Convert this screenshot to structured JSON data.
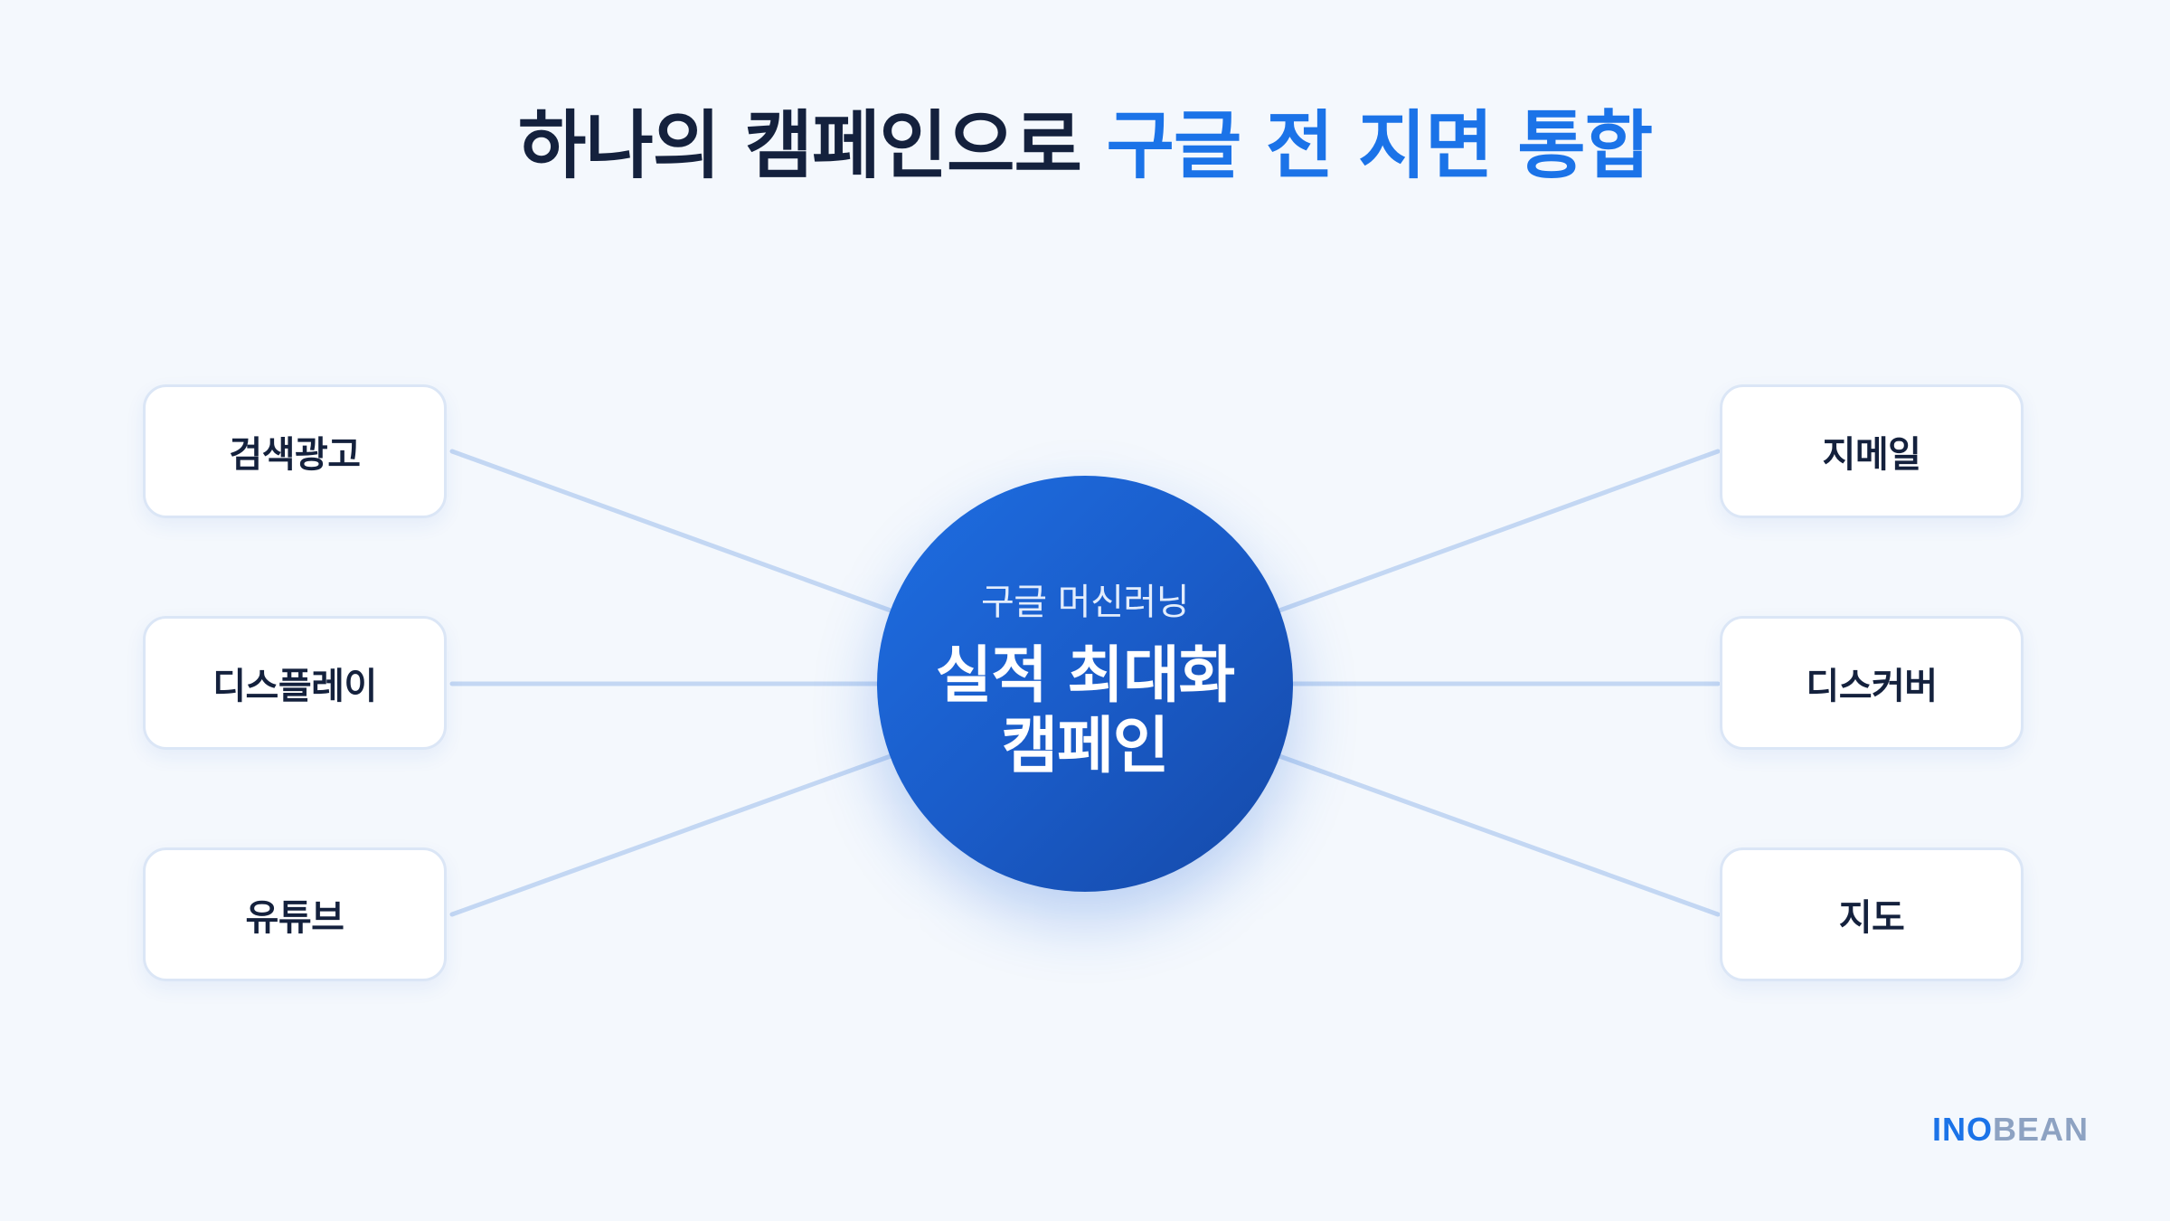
{
  "title": {
    "main": "하나의 캠페인으로",
    "accent": "구글 전 지면 통합"
  },
  "hub": {
    "subtitle": "구글 머신러닝",
    "main": "실적 최대화\n캠페인"
  },
  "nodes": {
    "left": [
      "검색광고",
      "디스플레이",
      "유튜브"
    ],
    "right": [
      "지메일",
      "디스커버",
      "지도"
    ]
  },
  "brand": {
    "part1": "INO",
    "part2": "BEAN"
  },
  "colors": {
    "background": "#f4f8fd",
    "title_text": "#14213d",
    "accent": "#1b73e8",
    "hub": "#1a5cc9",
    "connector": "#c3d7f3",
    "node_border": "#dbe6f6",
    "brand_secondary": "#8da2c2"
  }
}
